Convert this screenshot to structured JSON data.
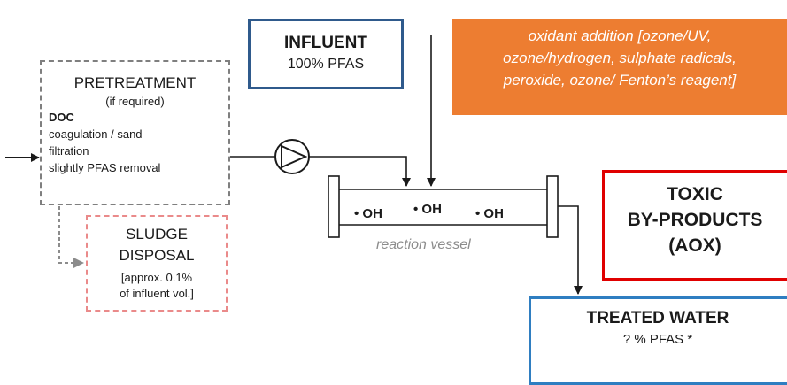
{
  "pretreatment": {
    "title": "PRETREATMENT",
    "subtitle": "(if required)",
    "doc": "DOC",
    "line1": "coagulation  / sand",
    "line2": "filtration",
    "line3": "slightly PFAS removal"
  },
  "sludge": {
    "line1": "SLUDGE",
    "line2": "DISPOSAL",
    "note1": "[approx. 0.1%",
    "note2": "of influent vol.]"
  },
  "influent": {
    "title": "INFLUENT",
    "value": "100% PFAS"
  },
  "oxidant": {
    "line1": "oxidant addition [ozone/UV,",
    "line2": "ozone/hydrogen, sulphate radicals,",
    "line3": "peroxide, ozone/ Fenton’s reagent]"
  },
  "vessel": {
    "label": "reaction vessel",
    "radicals": [
      "• OH",
      "• OH",
      "• OH"
    ]
  },
  "toxic": {
    "line1": "TOXIC",
    "line2": "BY-PRODUCTS",
    "line3": "(AOX)"
  },
  "treated": {
    "title": "TREATED WATER",
    "value": "? % PFAS *"
  },
  "colors": {
    "influent_border": "#2f5a8c",
    "oxidant_fill": "#ed7d31",
    "toxic_border": "#e00000",
    "treated_border": "#2f7ec1",
    "pretreatment_border": "#7f7f7f",
    "sludge_border": "#ea8a8a"
  }
}
